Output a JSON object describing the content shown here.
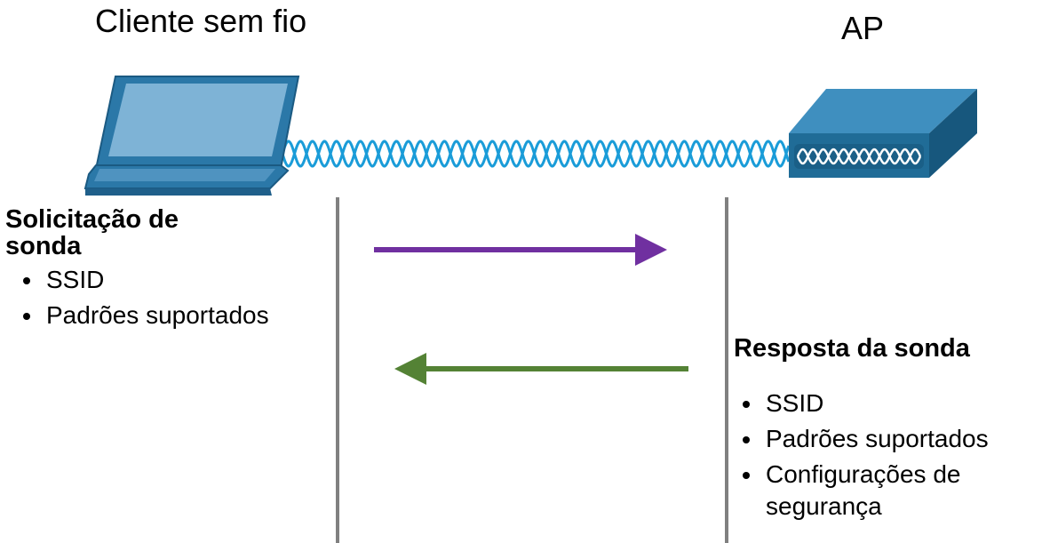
{
  "client": {
    "title": "Cliente sem fio"
  },
  "ap": {
    "title": "AP"
  },
  "probe_request": {
    "heading": "Solicitação de sonda",
    "items": [
      "SSID",
      "Padrões suportados"
    ]
  },
  "probe_response": {
    "heading": "Resposta da sonda",
    "items": [
      "SSID",
      "Padrões suportados",
      "Configurações de segurança"
    ]
  },
  "colors": {
    "laptop": "#2b78a8",
    "laptop_screen": "#7eb3d6",
    "ap_body": "#206c97",
    "wave": "#1a9cd8",
    "request_arrow": "#7030a0",
    "response_arrow": "#548235",
    "timeline": "#808080"
  },
  "icons": [
    "laptop-icon",
    "access-point-icon",
    "wireless-wave-icon"
  ]
}
